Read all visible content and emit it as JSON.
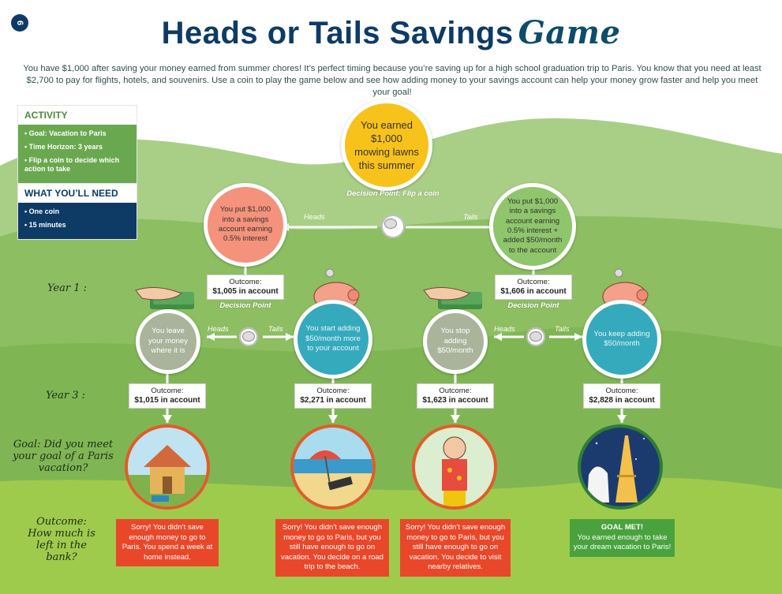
{
  "page_number": "6",
  "title": "Heads or Tails Savings",
  "title_script": "Game",
  "intro": "You have $1,000 after saving your money earned from summer chores! It’s perfect timing because you’re saving up for a high school graduation trip to Paris. You know that you need at least $2,700 to pay for flights, hotels, and souvenirs. Use a coin to play the game below and see how adding money to your savings account can help your money grow faster and help you meet your goal!",
  "activity": {
    "heading": "ACTIVITY",
    "items": [
      "Goal: Vacation to Paris",
      "Time Horizon: 3 years",
      "Flip a coin to decide which action to take"
    ]
  },
  "need": {
    "heading": "WHAT YOU’LL NEED",
    "items": [
      "One coin",
      "15 minutes"
    ]
  },
  "start": "You earned $1,000 mowing lawns this summer",
  "decision_top": "Decision Point: Flip a coin",
  "decision": "Decision Point",
  "heads": "Heads",
  "tails": "Tails",
  "left_branch": "You put $1,000 into a savings account earning 0.5% interest",
  "right_branch": "You put $1,000 into a savings account earning 0.5% interest + added $50/month to the account",
  "outcome_label": "Outcome:",
  "year1": {
    "label": "Year 1 :",
    "left": "$1,005 in account",
    "right": "$1,606 in account"
  },
  "choices": [
    "You leave your money where it is",
    "You start adding $50/month more to your account",
    "You stop adding $50/month",
    "You keep adding $50/month"
  ],
  "year3": {
    "label": "Year 3 :",
    "values": [
      "$1,015 in account",
      "$2,271 in account",
      "$1,623 in account",
      "$2,828 in account"
    ]
  },
  "goal_label": "Goal: Did you meet your goal of a Paris vacation?",
  "outcome_row_label": "Outcome: How much is left in the bank?",
  "results": [
    "Sorry! You didn’t save enough money to go to Paris. You spend a week at home instead.",
    "Sorry! You didn’t save enough money to go to Paris, but you still have enough to go on vacation. You decide on a road trip to the beach.",
    "Sorry! You didn’t save enough money to go to Paris, but you still have enough to go on vacation. You decide to visit nearby relatives."
  ],
  "goal_met": {
    "title": "GOAL MET!",
    "text": "You earned enough to take your dream vacation to Paris!"
  },
  "colors": {
    "navy": "#0d3b66",
    "green": "#6aa84f",
    "red": "#e9472a",
    "teal": "#35aabc",
    "yellow": "#f7c21a"
  }
}
